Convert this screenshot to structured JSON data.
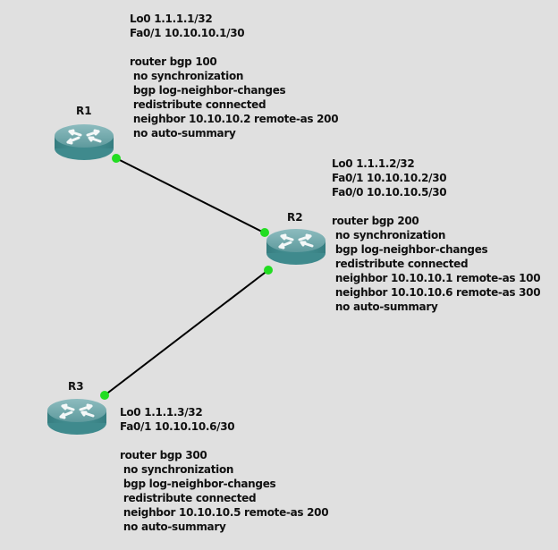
{
  "colors": {
    "background": "#e0e0e0",
    "link": "#000000",
    "port_up": "#22dd22",
    "router_top": "#6aa3a6",
    "router_side": "#3f8a8d",
    "text": "#111111"
  },
  "nodes": [
    {
      "id": "R1",
      "label": "R1",
      "icon": "router-icon",
      "note": [
        "Lo0 1.1.1.1/32",
        "Fa0/1 10.10.10.1/30",
        "",
        "router bgp 100",
        " no synchronization",
        " bgp log-neighbor-changes",
        " redistribute connected",
        " neighbor 10.10.10.2 remote-as 200",
        " no auto-summary"
      ]
    },
    {
      "id": "R2",
      "label": "R2",
      "icon": "router-icon",
      "note": [
        "Lo0 1.1.1.2/32",
        "Fa0/1 10.10.10.2/30",
        "Fa0/0 10.10.10.5/30",
        "",
        "router bgp 200",
        " no synchronization",
        " bgp log-neighbor-changes",
        " redistribute connected",
        " neighbor 10.10.10.1 remote-as 100",
        " neighbor 10.10.10.6 remote-as 300",
        " no auto-summary"
      ]
    },
    {
      "id": "R3",
      "label": "R3",
      "icon": "router-icon",
      "note": [
        "Lo0 1.1.1.3/32",
        "Fa0/1 10.10.10.6/30",
        "",
        "router bgp 300",
        " no synchronization",
        " bgp log-neighbor-changes",
        " redistribute connected",
        " neighbor 10.10.10.5 remote-as 200",
        " no auto-summary"
      ]
    }
  ],
  "links": [
    {
      "from": "R1",
      "to": "R2",
      "status": "up"
    },
    {
      "from": "R2",
      "to": "R3",
      "status": "up"
    }
  ]
}
